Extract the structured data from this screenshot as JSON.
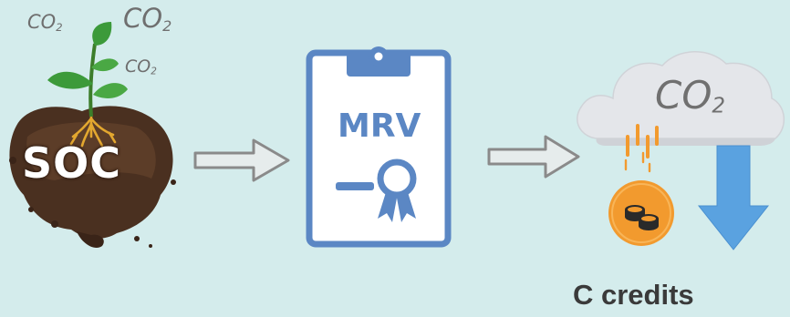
{
  "soc": {
    "co2_small_left": {
      "main": "CO",
      "sub": "2"
    },
    "co2_large": {
      "main": "CO",
      "sub": "2"
    },
    "co2_small_right": {
      "main": "CO",
      "sub": "2"
    },
    "label": "SOC"
  },
  "mrv": {
    "label": "MRV"
  },
  "cloud": {
    "co2": {
      "main": "CO",
      "sub": "2"
    }
  },
  "caption": "C credits",
  "colors": {
    "background": "#d4ecec",
    "clipboard": "#5b87c4",
    "soil": "#4a3020",
    "plant": "#3c9a3a",
    "roots": "#e3a72f",
    "cloud": "#e4e6ea",
    "coin": "#f29a2e",
    "down_arrow": "#5aa2e0"
  }
}
